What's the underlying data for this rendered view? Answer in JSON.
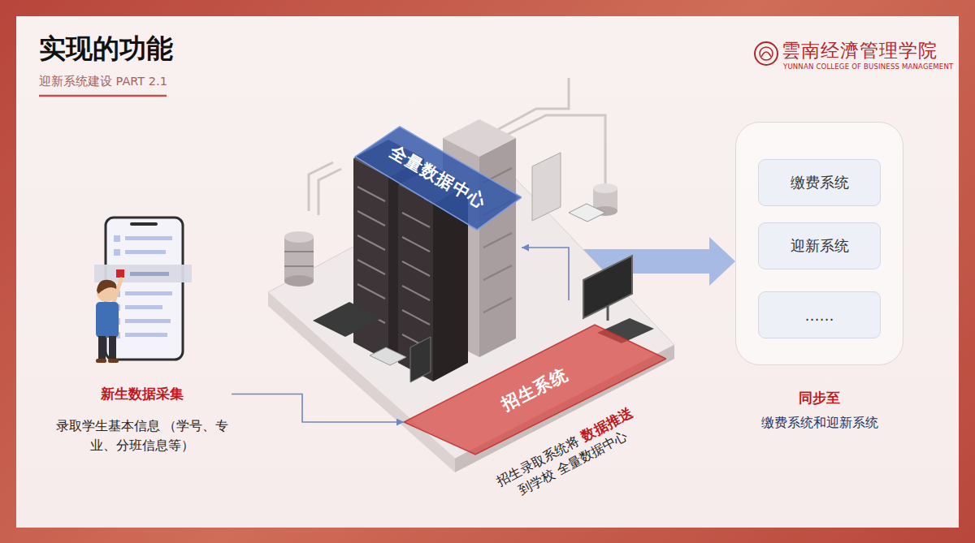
{
  "diagram": {
    "title": "实现的功能",
    "nodes": [
      {
        "text": [
          "新生数据采集",
          "录取学生基本信息 （学号、专业、分班信息等）"
        ]
      },
      {
        "text": [
          "全量数据中心"
        ]
      },
      {
        "text": [
          "招生系统"
        ]
      },
      {
        "text": [
          "同步至",
          "缴费系统和迎新系统"
        ]
      },
      {
        "text": [
          "缴费系统"
        ],
        "in": 3
      },
      {
        "text": [
          "迎新系统"
        ],
        "in": 3
      },
      {
        "text": [
          "……"
        ],
        "in": 3
      }
    ],
    "edges": [
      {
        "from": 0,
        "to": 2,
        "arrow": "to"
      },
      {
        "from": 2,
        "to": 1,
        "arrow": "to"
      },
      {
        "from": 1,
        "to": 3,
        "arrow": "to"
      }
    ],
    "labels": [
      "迎新系统建设 PART 2.1",
      "雲南经濟管理学院",
      "YUNNAN COLLEGE OF BUSINESS MANAGEMENT",
      "招生录取系统将",
      "数据推送",
      "到学校 全量数据中心"
    ]
  }
}
